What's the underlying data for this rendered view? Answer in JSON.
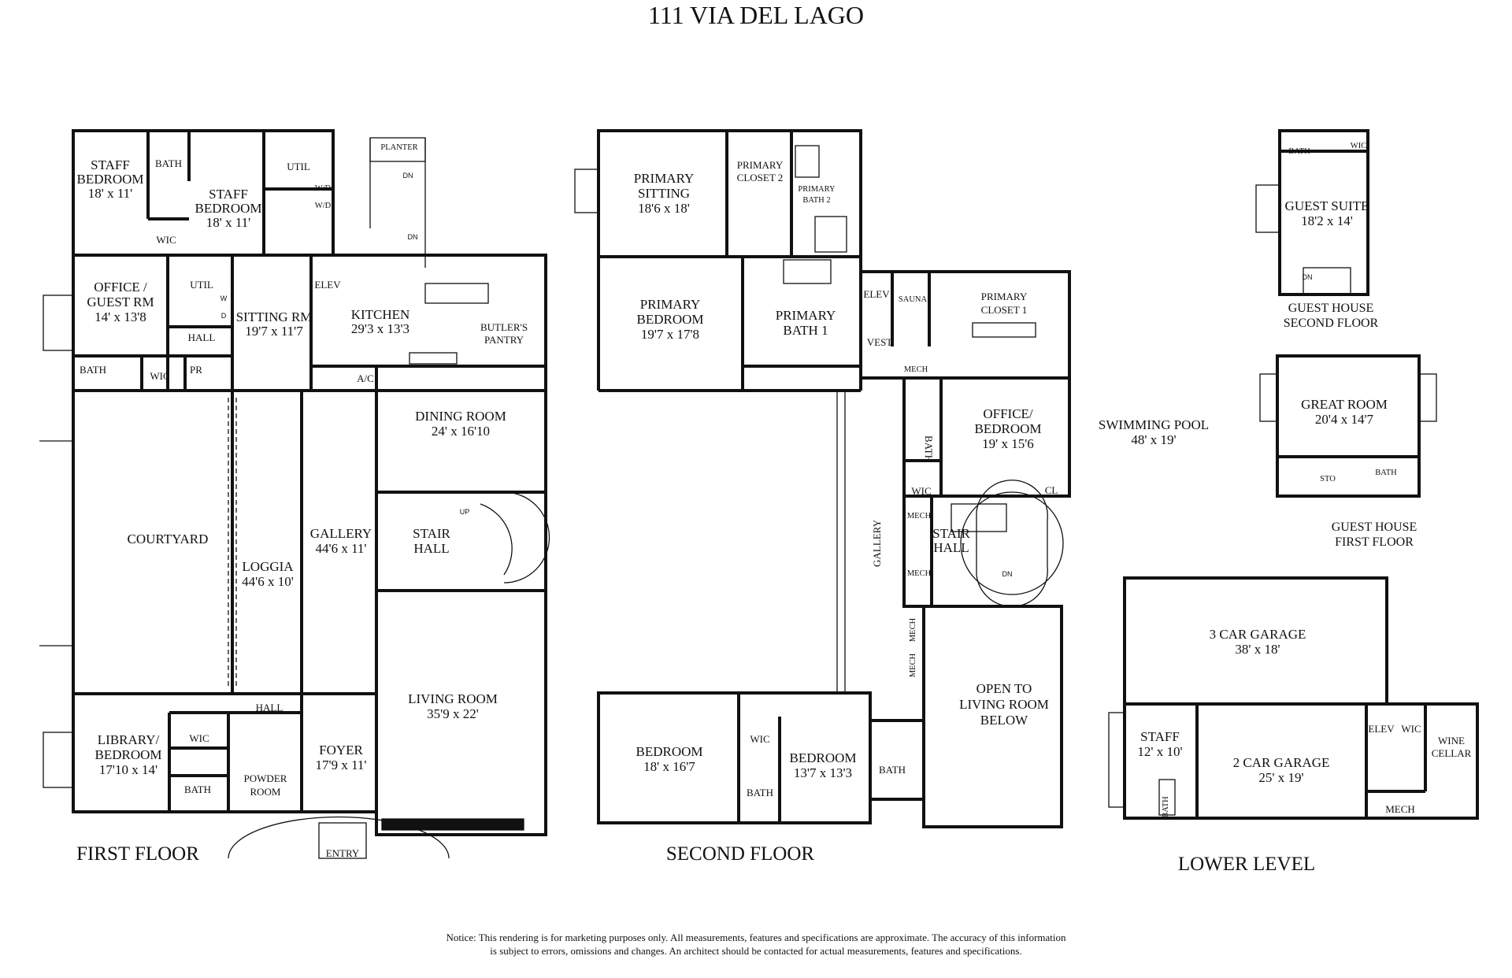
{
  "title": "111 VIA DEL LAGO",
  "floors": {
    "first": "FIRST FLOOR",
    "second": "SECOND FLOOR",
    "lower": "LOWER LEVEL",
    "guest_second": [
      "GUEST HOUSE",
      "SECOND FLOOR"
    ],
    "guest_first": [
      "GUEST HOUSE",
      "FIRST FLOOR"
    ]
  },
  "rooms": {
    "staff_bed_1": [
      "STAFF",
      "BEDROOM",
      "18' x 11'"
    ],
    "staff_bed_2": [
      "STAFF",
      "BEDROOM",
      "18' x 11'"
    ],
    "bath_staff": "BATH",
    "util_top": "UTIL",
    "wd_1": "W/D",
    "wd_2": "W/D",
    "wic_staff": "WIC",
    "planter": "PLANTER",
    "dn_a": "DN",
    "dn_b": "DN",
    "office_guest": [
      "OFFICE /",
      "GUEST RM",
      "14' x 13'8"
    ],
    "util_mid": "UTIL",
    "w": "W",
    "d": "D",
    "hall_mid": "HALL",
    "sitting_rm": [
      "SITTING RM",
      "19'7 x 11'7"
    ],
    "elev_1": "ELEV",
    "kitchen": [
      "KITCHEN",
      "29'3 x 13'3"
    ],
    "butlers": [
      "BUTLER'S",
      "PANTRY"
    ],
    "bath_office": "BATH",
    "wic_office": "WIC",
    "pr": "PR",
    "ac": "A/C",
    "dining": [
      "DINING ROOM",
      "24' x 16'10"
    ],
    "courtyard": "COURTYARD",
    "loggia": [
      "LOGGIA",
      "44'6 x 10'"
    ],
    "gallery_1": [
      "GALLERY",
      "44'6 x 11'"
    ],
    "stair_hall_1": [
      "STAIR",
      "HALL"
    ],
    "up": "UP",
    "hall_lower": "HALL",
    "library": [
      "LIBRARY/",
      "BEDROOM",
      "17'10 x 14'"
    ],
    "wic_lib": "WIC",
    "bath_lib": "BATH",
    "powder": [
      "POWDER",
      "ROOM"
    ],
    "foyer": [
      "FOYER",
      "17'9 x 11'"
    ],
    "living": [
      "LIVING ROOM",
      "35'9 x 22'"
    ],
    "entry": "ENTRY",
    "primary_sitting": [
      "PRIMARY",
      "SITTING",
      "18'6 x 18'"
    ],
    "primary_closet_2": [
      "PRIMARY",
      "CLOSET 2"
    ],
    "primary_bath_2": [
      "PRIMARY",
      "BATH 2"
    ],
    "primary_bedroom": [
      "PRIMARY",
      "BEDROOM",
      "19'7 x 17'8"
    ],
    "primary_bath_1": [
      "PRIMARY",
      "BATH 1"
    ],
    "elev_2": "ELEV",
    "sauna": "SAUNA",
    "vest": "VEST",
    "primary_closet_1": [
      "PRIMARY",
      "CLOSET 1"
    ],
    "mech_a": "MECH",
    "office_bedroom": [
      "OFFICE/",
      "BEDROOM",
      "19' x 15'6"
    ],
    "bath_2f": "BATH",
    "wic_2f": "WIC",
    "cl": "CL",
    "mech_b": "MECH",
    "stair_hall_2": [
      "STAIR",
      "HALL"
    ],
    "mech_c": "MECH",
    "dn_c": "DN",
    "gallery_2": "GALLERY",
    "mech_d": "MECH",
    "mech_e": "MECH",
    "open_to": [
      "OPEN TO",
      "LIVING ROOM",
      "BELOW"
    ],
    "bedroom_a": [
      "BEDROOM",
      "18' x 16'7"
    ],
    "wic_bed": "WIC",
    "bath_bed": "BATH",
    "bedroom_b": [
      "BEDROOM",
      "13'7 x 13'3"
    ],
    "bath_bed_b": "BATH",
    "pool": [
      "SWIMMING POOL",
      "48' x 19'"
    ],
    "guest_suite": [
      "GUEST SUITE",
      "18'2 x 14'"
    ],
    "bath_gs": "BATH",
    "wic_gs": "WIC",
    "dn_gs": "DN",
    "great_room": [
      "GREAT ROOM",
      "20'4 x 14'7"
    ],
    "sto": "STO",
    "bath_gr": "BATH",
    "garage_3": [
      "3 CAR GARAGE",
      "38' x 18'"
    ],
    "staff_ll": [
      "STAFF",
      "12' x 10'"
    ],
    "bath_ll": "BATH",
    "garage_2": [
      "2 CAR GARAGE",
      "25' x 19'"
    ],
    "elev_ll": "ELEV",
    "wic_ll": "WIC",
    "wine": [
      "WINE",
      "CELLAR"
    ],
    "mech_ll": "MECH"
  },
  "notice": [
    "Notice: This rendering is for marketing purposes only. All measurements, features and specifications are approximate. The accuracy of this information",
    "is subject to errors, omissions and changes. An architect should be contacted for actual measurements, features and specifications."
  ]
}
